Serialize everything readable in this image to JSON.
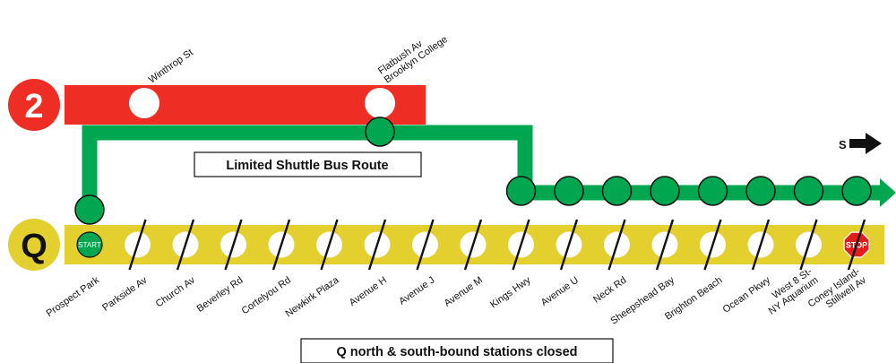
{
  "colors": {
    "line_2": "#ee2e24",
    "shuttle": "#00a650",
    "line_q": "#e3cf2e",
    "stop_sign": "#e11d1d",
    "station_closed": "#ffffff",
    "outline": "#111111"
  },
  "line_2": {
    "bullet": "2"
  },
  "line_q": {
    "bullet": "Q"
  },
  "line_2_stations": [
    {
      "id": "winthrop",
      "lines": [
        "Winthrop St"
      ]
    },
    {
      "id": "flatbush",
      "lines": [
        "Flatbush Av",
        "Brooklyn College"
      ]
    }
  ],
  "q_stations": [
    {
      "id": "prospect-park",
      "lines": [
        "Prospect Park"
      ],
      "marker": "start"
    },
    {
      "id": "parkside",
      "lines": [
        "Parkside Av"
      ],
      "marker": "closed"
    },
    {
      "id": "church",
      "lines": [
        "Church Av"
      ],
      "marker": "closed"
    },
    {
      "id": "beverley",
      "lines": [
        "Beverley Rd"
      ],
      "marker": "closed"
    },
    {
      "id": "cortelyou",
      "lines": [
        "Cortelyou Rd"
      ],
      "marker": "closed"
    },
    {
      "id": "newkirk",
      "lines": [
        "Newkirk Plaza"
      ],
      "marker": "closed"
    },
    {
      "id": "avenue-h",
      "lines": [
        "Avenue H"
      ],
      "marker": "closed"
    },
    {
      "id": "avenue-j",
      "lines": [
        "Avenue J"
      ],
      "marker": "closed"
    },
    {
      "id": "avenue-m",
      "lines": [
        "Avenue M"
      ],
      "marker": "closed"
    },
    {
      "id": "kings-hwy",
      "lines": [
        "Kings Hwy"
      ],
      "marker": "closed"
    },
    {
      "id": "avenue-u",
      "lines": [
        "Avenue U"
      ],
      "marker": "closed"
    },
    {
      "id": "neck-rd",
      "lines": [
        "Neck Rd"
      ],
      "marker": "closed"
    },
    {
      "id": "sheepshead",
      "lines": [
        "Sheepshead Bay"
      ],
      "marker": "closed"
    },
    {
      "id": "brighton",
      "lines": [
        "Brighton Beach"
      ],
      "marker": "closed"
    },
    {
      "id": "ocean-pkwy",
      "lines": [
        "Ocean Pkwy"
      ],
      "marker": "closed"
    },
    {
      "id": "west-8",
      "lines": [
        "West 8 St-",
        "NY Aquarium"
      ],
      "marker": "closed"
    },
    {
      "id": "coney-island",
      "lines": [
        "Coney Island-",
        "Stillwell Av"
      ],
      "marker": "stop"
    }
  ],
  "markers": {
    "start": "START",
    "stop": "STOP"
  },
  "shuttle_label": "Limited Shuttle Bus Route",
  "closed_label": "Q north & south-bound stations closed",
  "direction": {
    "label": "S"
  }
}
